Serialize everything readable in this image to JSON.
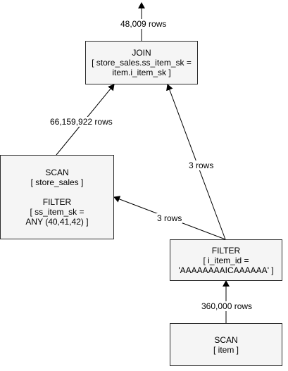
{
  "nodes": {
    "join": {
      "title": "JOIN",
      "line1": "[ store_sales.ss_item_sk =",
      "line2": "item.i_item_sk ]"
    },
    "scan_store_sales": {
      "title": "SCAN",
      "line1": "[ store_sales ]",
      "filter_title": "FILTER",
      "filter_line1": "[ ss_item_sk =",
      "filter_line2": "ANY (40,41,42) ]"
    },
    "filter_item": {
      "title": "FILTER",
      "line1": "[ i_item_id =",
      "line2": "'AAAAAAAAICAAAAAA' ]"
    },
    "scan_item": {
      "title": "SCAN",
      "line1": "[ item ]"
    }
  },
  "edges": {
    "join_out": "48,009 rows",
    "store_sales_to_join": "66,159,922 rows",
    "filter_to_join": "3 rows",
    "filter_to_store_sales": "3 rows",
    "scan_item_to_filter": "360,000 rows"
  },
  "colors": {
    "node_fill": "#f5f5f5",
    "stroke": "#000000"
  }
}
